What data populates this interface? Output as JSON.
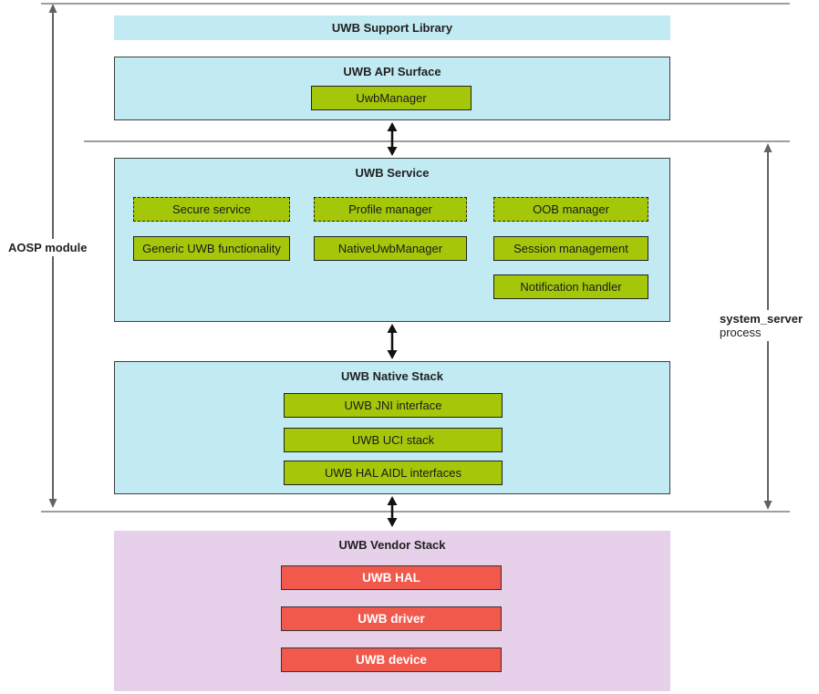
{
  "diagram": {
    "left_label": "AOSP module",
    "right_label_line1": "system_server",
    "right_label_line2": "process",
    "support_library": {
      "title": "UWB Support Library"
    },
    "api_surface": {
      "title": "UWB API Surface",
      "uwb_manager": "UwbManager"
    },
    "service": {
      "title": "UWB Service",
      "dashed_items": [
        "Secure service",
        "Profile manager",
        "OOB manager"
      ],
      "solid_items": [
        "Generic UWB functionality",
        "NativeUwbManager",
        "Session management"
      ],
      "extra_item": "Notification handler"
    },
    "native_stack": {
      "title": "UWB Native Stack",
      "items": [
        "UWB JNI interface",
        "UWB UCI stack",
        "UWB HAL AIDL interfaces"
      ]
    },
    "vendor_stack": {
      "title": "UWB Vendor Stack",
      "items": [
        "UWB HAL",
        "UWB driver",
        "UWB device"
      ]
    }
  },
  "colors": {
    "layer_cyan": "#c2eaf2",
    "module_green": "#a5c70a",
    "vendor_lavender": "#e6d0ea",
    "hal_red": "#f2594d",
    "text_dark": "#212121",
    "separator_gray": "#9e9e9e",
    "arrow_black": "#111111",
    "arrow_gray": "#5f6368"
  }
}
